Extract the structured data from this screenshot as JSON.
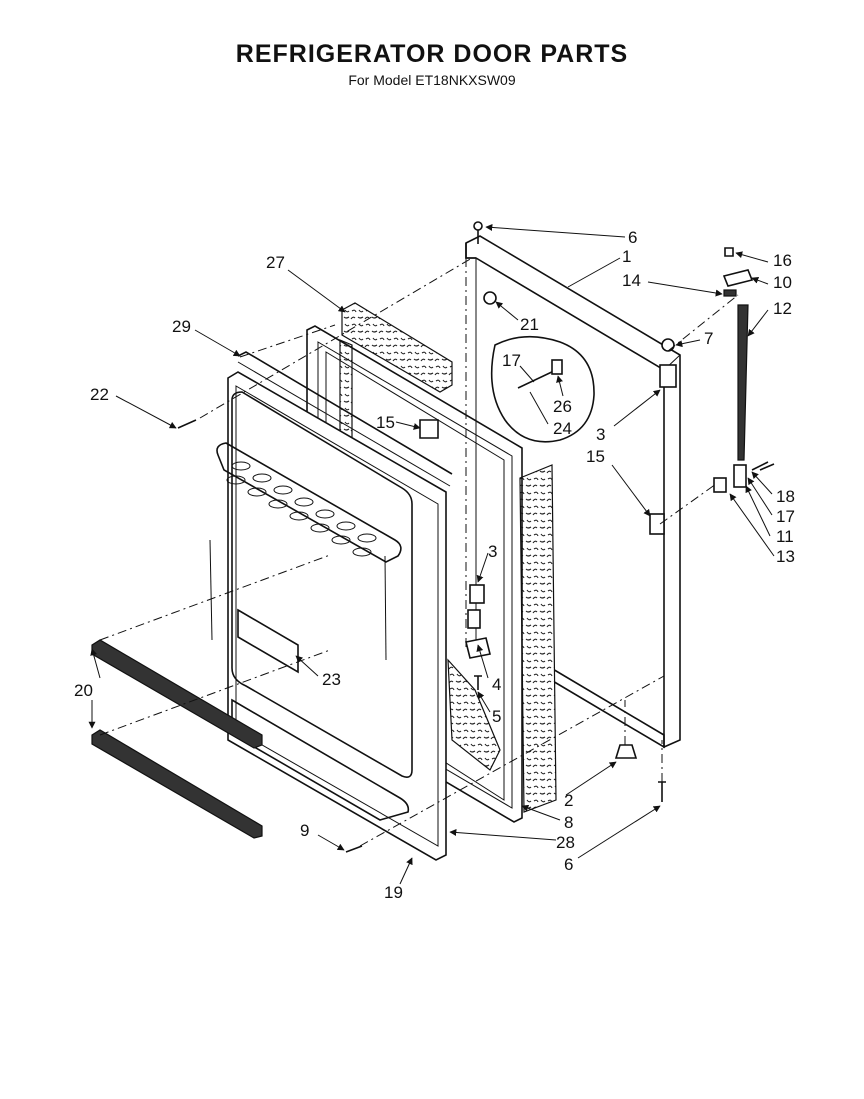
{
  "title": "REFRIGERATOR DOOR PARTS",
  "subtitle": "For Model ET18NKXSW09",
  "callouts": [
    {
      "id": "c6a",
      "text": "6"
    },
    {
      "id": "c1",
      "text": "1"
    },
    {
      "id": "c16",
      "text": "16"
    },
    {
      "id": "c10",
      "text": "10"
    },
    {
      "id": "c14",
      "text": "14"
    },
    {
      "id": "c12",
      "text": "12"
    },
    {
      "id": "c27",
      "text": "27"
    },
    {
      "id": "c21",
      "text": "21"
    },
    {
      "id": "c7",
      "text": "7"
    },
    {
      "id": "c29",
      "text": "29"
    },
    {
      "id": "c17a",
      "text": "17"
    },
    {
      "id": "c26",
      "text": "26"
    },
    {
      "id": "c24",
      "text": "24"
    },
    {
      "id": "c22",
      "text": "22"
    },
    {
      "id": "c15a",
      "text": "15"
    },
    {
      "id": "c3a",
      "text": "3"
    },
    {
      "id": "c15b",
      "text": "15"
    },
    {
      "id": "c18",
      "text": "18"
    },
    {
      "id": "c17b",
      "text": "17"
    },
    {
      "id": "c11",
      "text": "11"
    },
    {
      "id": "c13",
      "text": "13"
    },
    {
      "id": "c3b",
      "text": "3"
    },
    {
      "id": "c4",
      "text": "4"
    },
    {
      "id": "c5",
      "text": "5"
    },
    {
      "id": "c20",
      "text": "20"
    },
    {
      "id": "c23",
      "text": "23"
    },
    {
      "id": "c2",
      "text": "2"
    },
    {
      "id": "c8",
      "text": "8"
    },
    {
      "id": "c9",
      "text": "9"
    },
    {
      "id": "c28",
      "text": "28"
    },
    {
      "id": "c6b",
      "text": "6"
    },
    {
      "id": "c19",
      "text": "19"
    }
  ]
}
